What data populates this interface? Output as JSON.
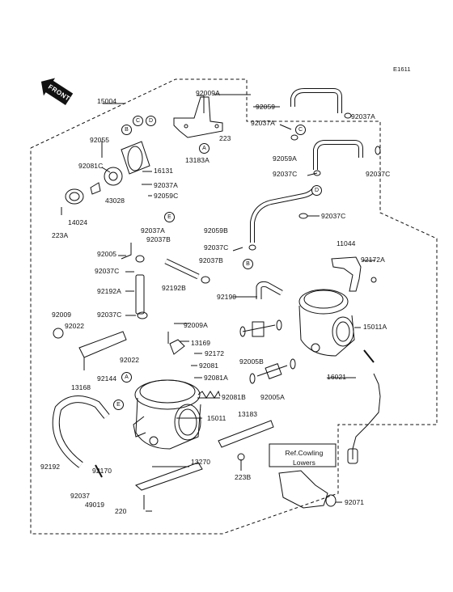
{
  "diagram_code": "E1611",
  "front_label": "FRONT",
  "ref_box_text": "Ref.Cowling\nLowers",
  "callout_letters": {
    "a": "A",
    "b": "B",
    "c": "C",
    "d": "D",
    "e": "E"
  },
  "parts": {
    "p15004": "15004",
    "p92009A": "92009A",
    "p92059": "92059",
    "p92037A_r1": "92037A",
    "p92037A_r2": "92037A",
    "p92055": "92055",
    "p223": "223",
    "p13183A": "13183A",
    "p92081C": "92081C",
    "p16131": "16131",
    "p92037A_c": "92037A",
    "p92059A": "92059A",
    "p92037C_r1": "92037C",
    "p92037C_r2": "92037C",
    "p43028": "43028",
    "p92059C": "92059C",
    "p14024": "14024",
    "p223A": "223A",
    "p92037A_b": "92037A",
    "p92037B": "92037B",
    "p92059B": "92059B",
    "p92037C_m": "92037C",
    "p11044": "11044",
    "p92005": "92005",
    "p92037C_l": "92037C",
    "p92037B_2": "92037B",
    "p92172A": "92172A",
    "p92192B": "92192B",
    "p92037C_m2": "92037C",
    "p92192A": "92192A",
    "p92190": "92190",
    "p92037C_l2": "92037C",
    "p92009A_2": "92009A",
    "p15011A": "15011A",
    "p92009": "92009",
    "p92022": "92022",
    "p13169": "13169",
    "p92172": "92172",
    "p92005B": "92005B",
    "p92022_2": "92022",
    "p92081": "92081",
    "p16021": "16021",
    "p92144": "92144",
    "p92081A": "92081A",
    "p13168": "13168",
    "p92005A": "92005A",
    "p92081B": "92081B",
    "p15011": "15011",
    "p13183": "13183",
    "p92192": "92192",
    "p92170": "92170",
    "p13270": "13270",
    "p223B": "223B",
    "p92037": "92037",
    "p49019": "49019",
    "p220": "220",
    "p92071": "92071"
  }
}
